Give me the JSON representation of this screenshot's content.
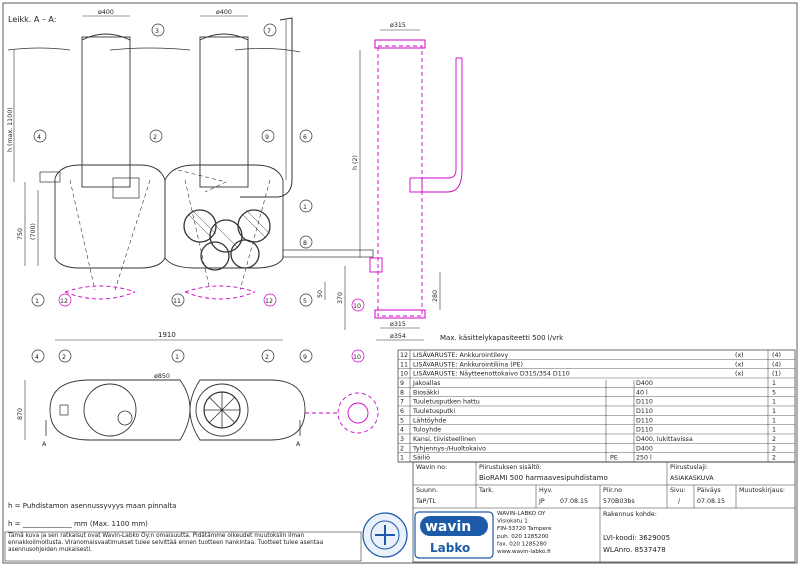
{
  "section_label": "Leikk. A – A:",
  "dims": {
    "d400a": "ø400",
    "d400b": "ø400",
    "h_max": "h (max. 1100)",
    "d750": "750",
    "d700": "(700)",
    "d1910": "1910",
    "d50": "50",
    "d370": "370",
    "d315_top": "ø315",
    "h2": "h (2)",
    "d280": "280",
    "d315_bot": "ø315",
    "d354": "ø354",
    "d850": "ø850",
    "d870": "870"
  },
  "balloons": [
    "1",
    "2",
    "3",
    "4",
    "5",
    "6",
    "7",
    "8",
    "9",
    "10",
    "11",
    "12"
  ],
  "capacity_note": "Max. käsittelykapasiteetti 500 l/vrk",
  "section_marks": {
    "a_left": "A",
    "a_right": "A"
  },
  "parts": [
    {
      "no": "12",
      "name": "LISÄVARUSTE: Ankkurointilevy",
      "mat": "",
      "size": "",
      "opt": "(x)",
      "qty": "(4)"
    },
    {
      "no": "11",
      "name": "LISÄVARUSTE: Ankkurointiliina (PE)",
      "mat": "",
      "size": "",
      "opt": "(x)",
      "qty": "(4)"
    },
    {
      "no": "10",
      "name": "LISÄVARUSTE: Näytteenottokaivo D315/354 D110",
      "mat": "",
      "size": "",
      "opt": "(x)",
      "qty": "(1)"
    },
    {
      "no": "9",
      "name": "Jakoallas",
      "mat": "",
      "size": "D400",
      "opt": "",
      "qty": "1"
    },
    {
      "no": "8",
      "name": "Biosäkki",
      "mat": "",
      "size": "40 l",
      "opt": "",
      "qty": "5"
    },
    {
      "no": "7",
      "name": "Tuuletusputken hattu",
      "mat": "",
      "size": "D110",
      "opt": "",
      "qty": "1"
    },
    {
      "no": "6",
      "name": "Tuuletusputki",
      "mat": "",
      "size": "D110",
      "opt": "",
      "qty": "1"
    },
    {
      "no": "5",
      "name": "Lähtöyhde",
      "mat": "",
      "size": "D110",
      "opt": "",
      "qty": "1"
    },
    {
      "no": "4",
      "name": "Tuloyhde",
      "mat": "",
      "size": "D110",
      "opt": "",
      "qty": "1"
    },
    {
      "no": "3",
      "name": "Kansi, tiivisteellinen",
      "mat": "",
      "size": "D400, lukittavissa",
      "opt": "",
      "qty": "2"
    },
    {
      "no": "2",
      "name": "Tyhjennys-/Huoltokaivo",
      "mat": "",
      "size": "D400",
      "opt": "",
      "qty": "2"
    },
    {
      "no": "1",
      "name": "Säiliö",
      "mat": "PE",
      "size": "250 l",
      "opt": "",
      "qty": "2"
    }
  ],
  "title_block": {
    "wavin_no_label": "Wavin no:",
    "content_label": "Piirustuksen sisältö:",
    "content_value": "BioRAMI 500 harmaavesipuhdistamo",
    "requester_label": "Piirustuslaji:",
    "requester_value": "ASIAKASKUVA",
    "designed_label": "Suunn.",
    "designed_value": "TaP/TL",
    "checked_label": "Tark.",
    "checked_value": "",
    "approved_label": "Hyv.",
    "approved_value": "JP",
    "approved_date": "07.08.15",
    "drawing_no_label": "Piir.no",
    "drawing_no_value": "570B03bs",
    "page_label": "Sivu:",
    "page_value": "/",
    "date_label": "Päiväys",
    "date_value": "07.08.15",
    "revision_label": "Muutoskirjaus:",
    "company_lines": [
      "WAVIN-LABKO OY",
      "Visiokatu 1",
      "FIN-33720 Tampere",
      "puh. 020 1285200",
      "fax. 020 1285280",
      "www.wavin-labko.fi"
    ],
    "site_label": "Rakennus kohde:",
    "lvi_line": "LVI-koodi: 3629005",
    "wl_line": "WLAnro. 8537478"
  },
  "notes": {
    "h_def": "h = Puhdistamon asennussyvyys maan pinnalta",
    "h_fill": "h = ______________ mm (Max. 1100 mm)",
    "copyright": "Tämä kuva ja sen ratkaisut ovat Wavin-Labko Oy:n omaisuutta. Pidätämme oikeudet muutoksiin ilman ennakkoilmoitusta. Viranomaisvaatimukset tulee selvittää ennen tuotteen hankintaa. Tuotteet tulee asentaa asennusohjeiden mukaisesti."
  },
  "logo": {
    "brand": "wavin",
    "sub": "Labko"
  },
  "colors": {
    "accent": "#d000c8",
    "line": "#333333",
    "logo_blue": "#1d5aa8"
  }
}
